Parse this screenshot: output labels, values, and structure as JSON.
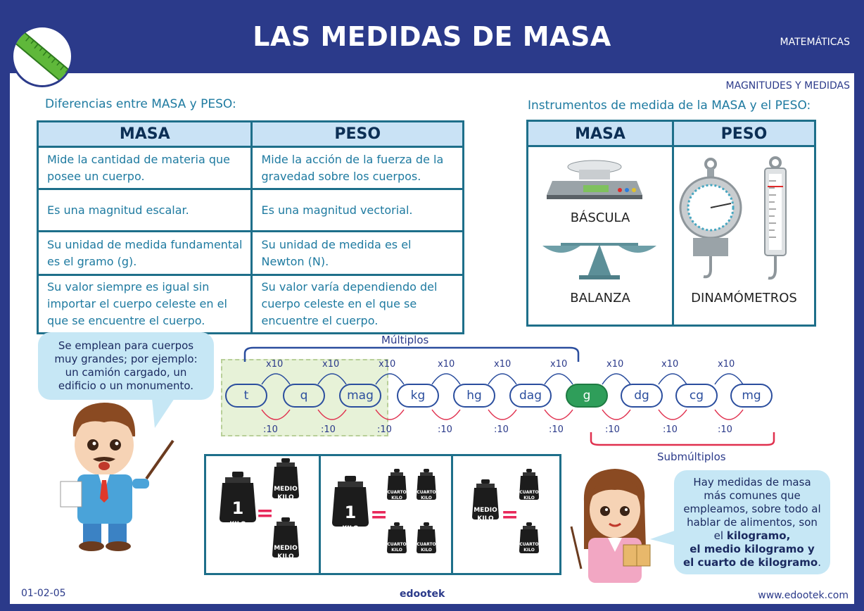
{
  "header": {
    "title": "LAS MEDIDAS DE MASA",
    "subject": "MATEMÁTICAS",
    "topic": "MAGNITUDES Y MEDIDAS"
  },
  "differences": {
    "heading": "Diferencias entre MASA y PESO:",
    "col_masa": "MASA",
    "col_peso": "PESO",
    "rows": [
      {
        "masa": "Mide la cantidad de materia que posee un cuerpo.",
        "peso": "Mide la acción de la fuerza de la gravedad sobre los cuerpos."
      },
      {
        "masa": "Es una magnitud escalar.",
        "peso": "Es una magnitud vectorial."
      },
      {
        "masa": "Su unidad de medida fundamental es el gramo (g).",
        "peso": "Su unidad de medida es el Newton (N)."
      },
      {
        "masa": "Su valor siempre es igual sin importar el cuerpo celeste en el que se encuentre el cuerpo.",
        "peso": "Su valor varía dependiendo del cuerpo celeste en el que se encuentre el cuerpo."
      }
    ]
  },
  "instruments": {
    "heading": "Instrumentos de medida de la MASA y el PESO:",
    "col_masa": "MASA",
    "col_peso": "PESO",
    "bascula": "BÁSCULA",
    "balanza": "BALANZA",
    "dinamometros": "DINAMÓMETROS"
  },
  "bubble_boy": "Se emplean para cuerpos muy grandes; por ejemplo: un camión cargado, un edificio o un monumento.",
  "bubble_girl": {
    "text1": "Hay medidas de masa más comunes que empleamos, sobre todo al hablar de alimentos, son el ",
    "bold1": "kilogramo,",
    "bold2": "el medio kilogramo y",
    "bold3": "el cuarto de kilogramo",
    "end": "."
  },
  "scale": {
    "multiples_label": "Múltiplos",
    "submultiples_label": "Submúltiplos",
    "units": [
      "t",
      "q",
      "mag",
      "kg",
      "hg",
      "dag",
      "g",
      "dg",
      "cg",
      "mg"
    ],
    "mult_op": "x10",
    "div_op": ":10"
  },
  "weights": {
    "one": "1",
    "kilo": "KILO",
    "medio": "MEDIO",
    "cuarto": "CUARTO"
  },
  "footer": {
    "code": "01-02-05",
    "brand": "edootek",
    "url": "www.edootek.com"
  },
  "colors": {
    "primary": "#2b3a8a",
    "teal": "#1e7aa0",
    "accent": "#e8285a",
    "green": "#2f9e5a"
  }
}
